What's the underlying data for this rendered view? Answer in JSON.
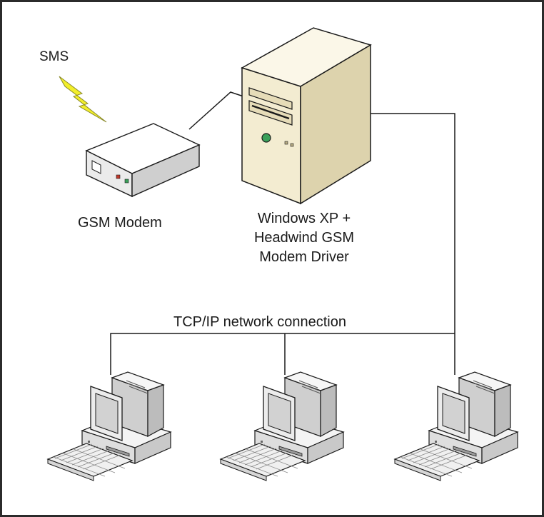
{
  "labels": {
    "sms": "SMS",
    "gsm_modem": "GSM Modem",
    "server_lines": [
      "Windows XP +",
      "Headwind GSM",
      "Modem Driver"
    ],
    "network": "TCP/IP network connection"
  },
  "colors": {
    "server_face": "#f3ecd1",
    "server_side": "#ddd3ad",
    "server_top": "#fbf7e8",
    "modem_face": "#f2f2f2",
    "pc_face": "#e4e4e4",
    "lightning": "#f2ee2a",
    "led_green": "#3aa05a",
    "led_red": "#c0392b",
    "line": "#1a1a1a"
  },
  "icons": [
    "lightning-icon",
    "gsm-modem-icon",
    "server-tower-icon",
    "workstation-icon"
  ],
  "workstations": [
    {
      "label": ""
    },
    {
      "label": ""
    },
    {
      "label": ""
    }
  ]
}
